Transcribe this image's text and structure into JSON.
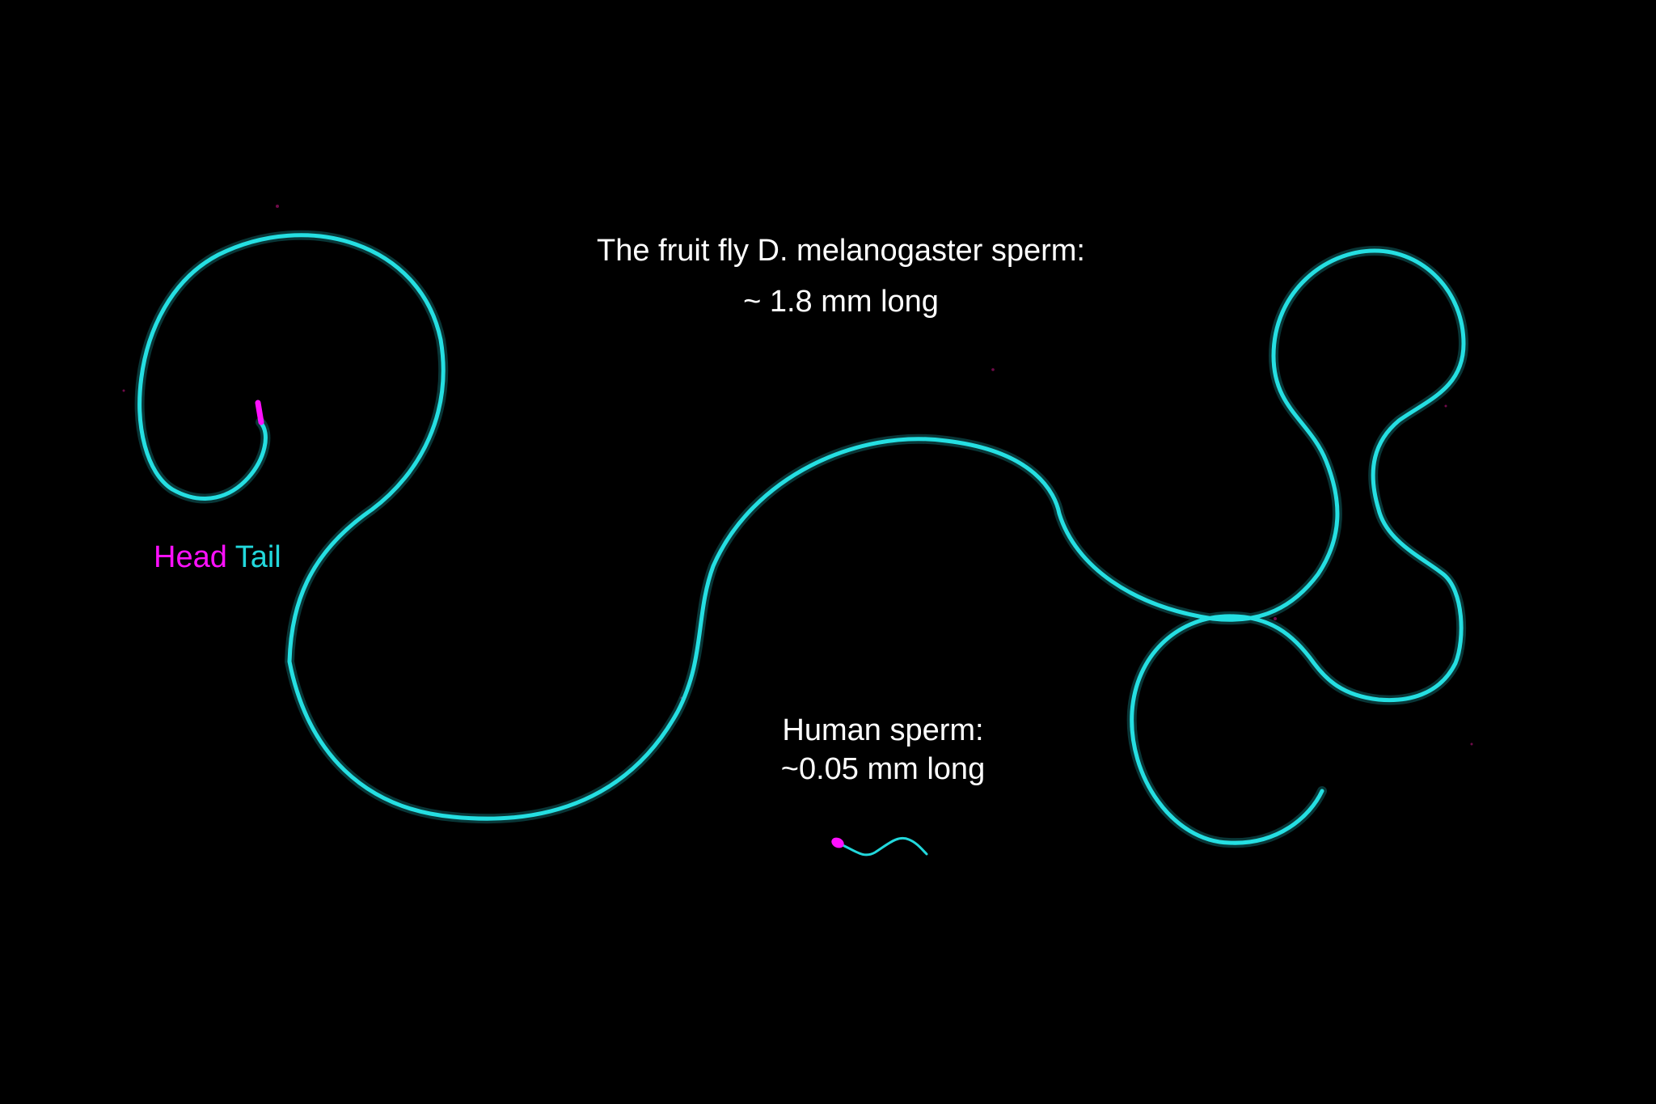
{
  "captions": {
    "fly_title": "The fruit fly D. melanogaster sperm:",
    "fly_length": "~ 1.8 mm long",
    "human_title": "Human sperm:",
    "human_length": "~0.05 mm long"
  },
  "legend": {
    "head": "Head",
    "tail": "Tail"
  },
  "colors": {
    "background": "#000000",
    "text": "#ffffff",
    "head": "#ff10ff",
    "tail": "#22d8dc"
  }
}
